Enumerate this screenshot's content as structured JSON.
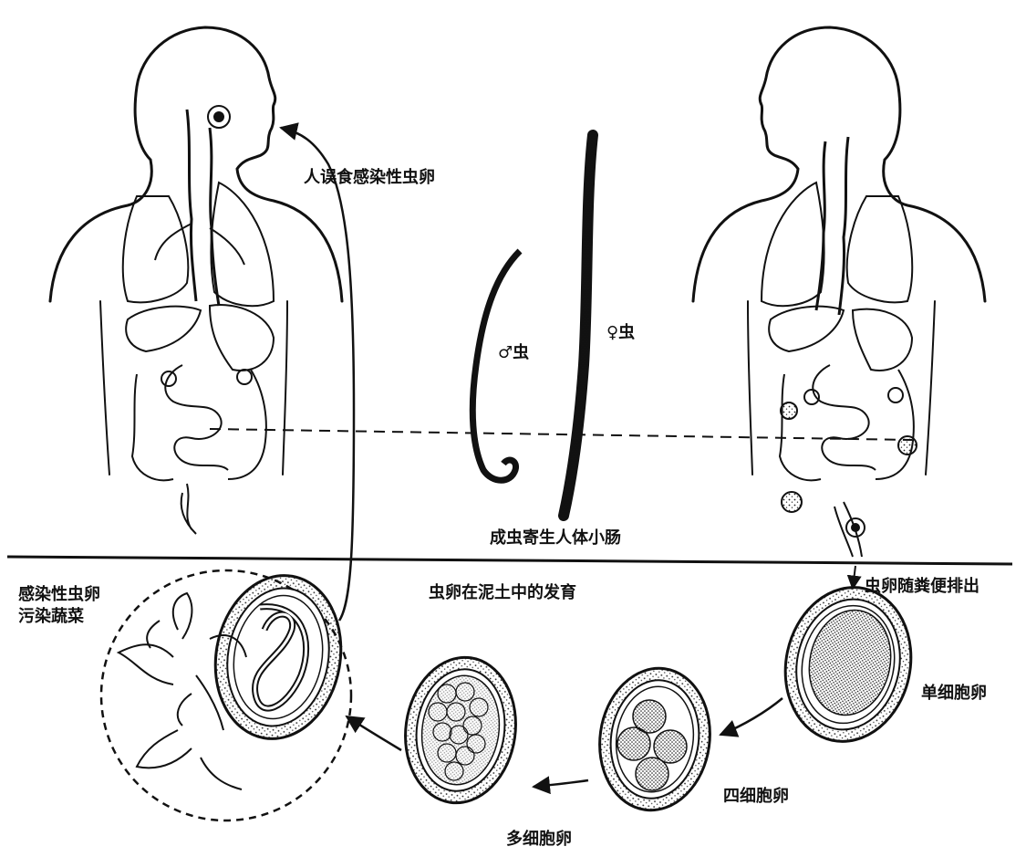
{
  "labels": {
    "ingest": "人误食感染性虫卵",
    "male": "♂虫",
    "female": "♀虫",
    "adult": "成虫寄生人体小肠",
    "soil": "虫卵在泥土中的发育",
    "excreted": "虫卵随粪便排出",
    "contaminate_line1": "感染性虫卵",
    "contaminate_line2": "污染蔬菜",
    "single_cell": "单细胞卵",
    "four_cell": "四细胞卵",
    "multi_cell": "多细胞卵"
  }
}
